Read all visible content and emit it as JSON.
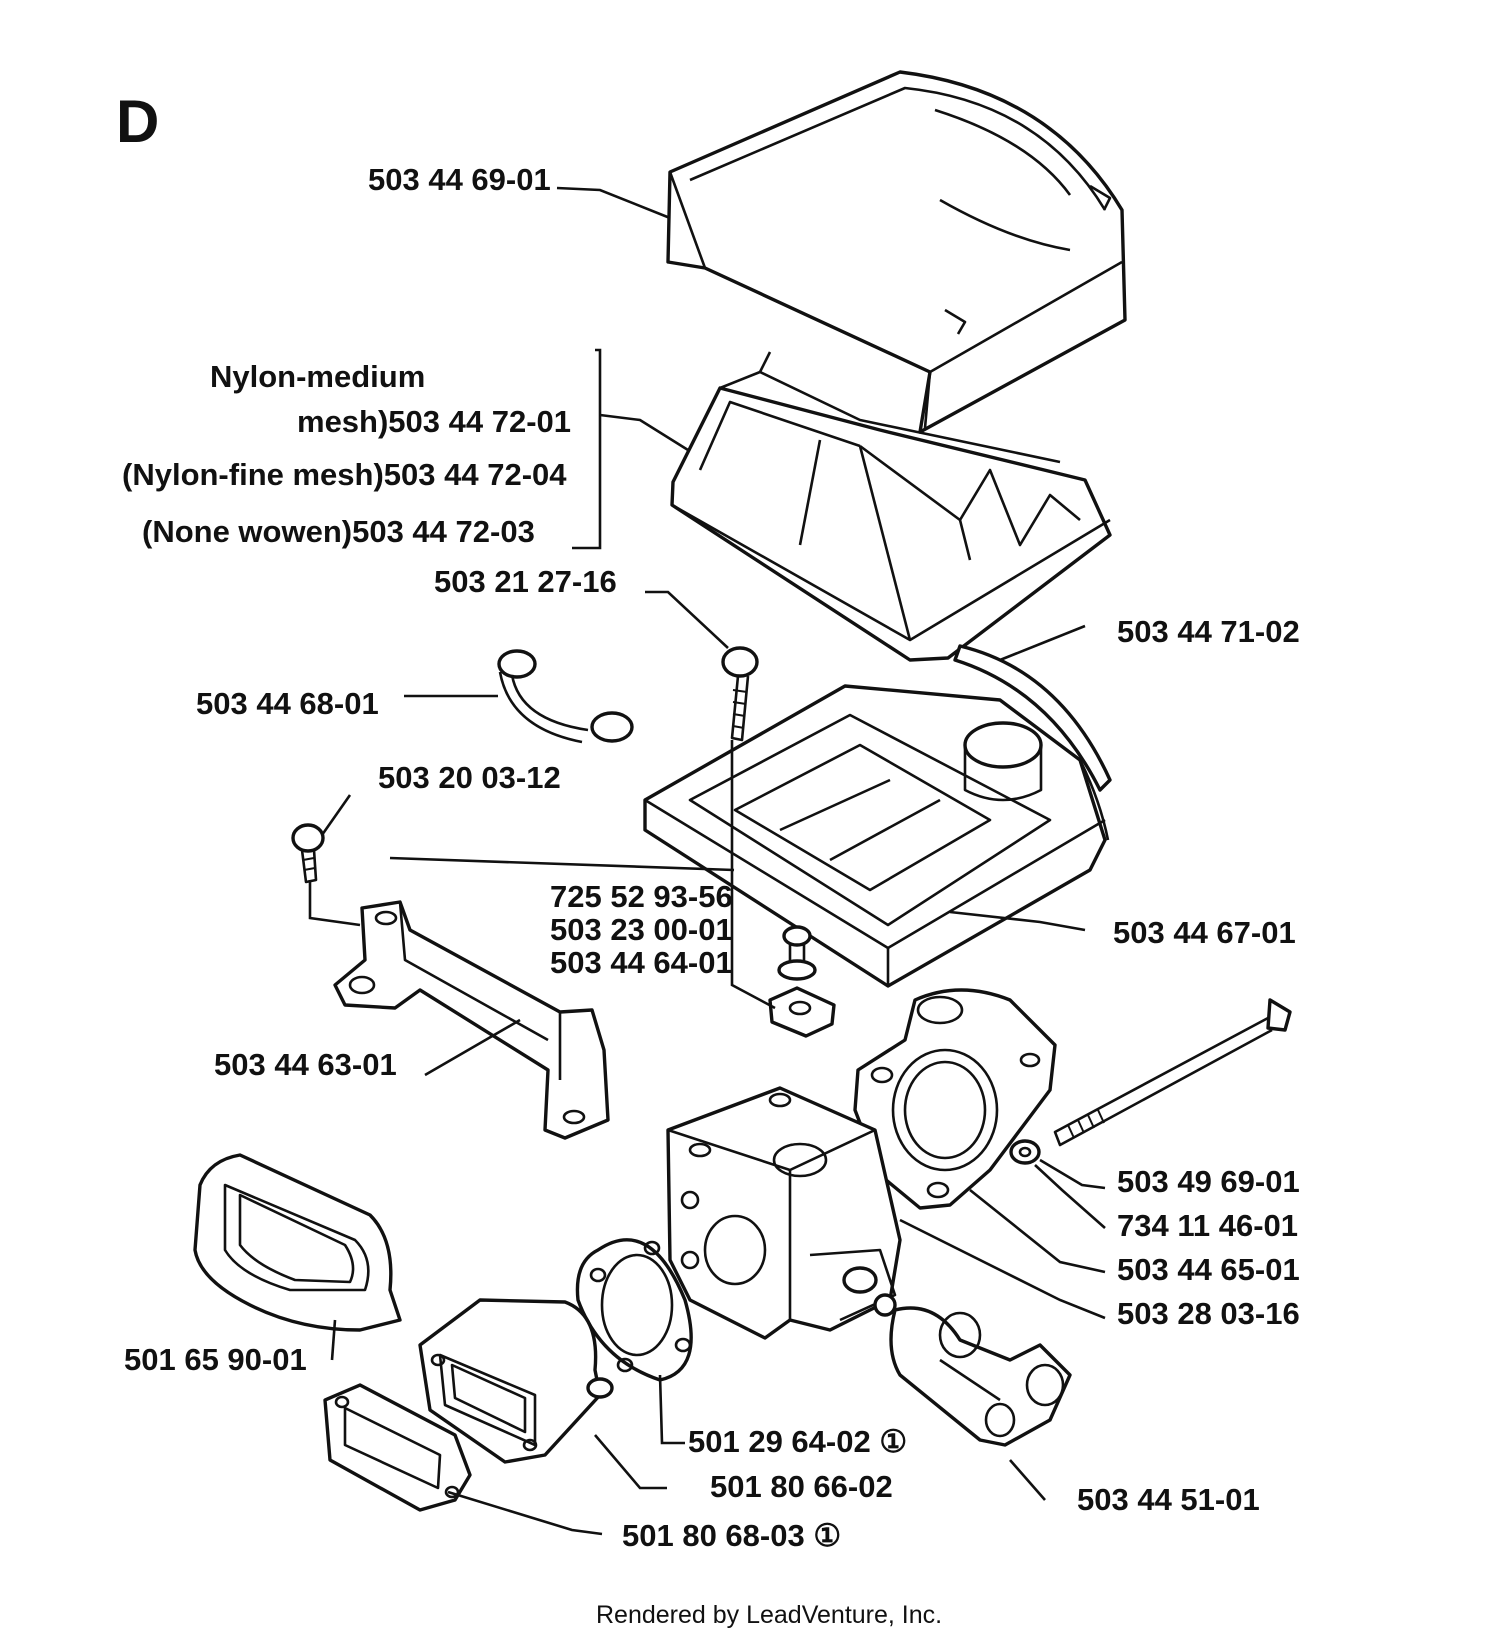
{
  "section_letter": "D",
  "labels": {
    "cover": "503 44 69-01",
    "filter_title": "Nylon-medium",
    "filter_medium": "mesh)503 44 72-01",
    "filter_fine": "(Nylon-fine mesh)503 44 72-04",
    "filter_none": "(None wowen)503 44 72-03",
    "screw_top": "503 21 27-16",
    "seal": "503 44 71-02",
    "spring_clip": "503 44 68-01",
    "screw_left": "503 20 03-12",
    "filter_holder": "503 44 67-01",
    "nut": "725 52 93-56",
    "washer": "503 23 00-01",
    "spacer": "503 44 64-01",
    "bracket": "503 44 63-01",
    "bolt": "503 49 69-01",
    "washer2": "734 11 46-01",
    "intake_adapter": "503 44 65-01",
    "carburetor": "503 28 03-16",
    "intake_boot": "501 65 90-01",
    "gasket_round": "501 29 64-02 ①",
    "flange": "501 80 66-02",
    "gasket_rect": "501 80 68-03 ①",
    "fuel_elbow": "503 44 51-01"
  },
  "footer": "Rendered by LeadVenture, Inc."
}
